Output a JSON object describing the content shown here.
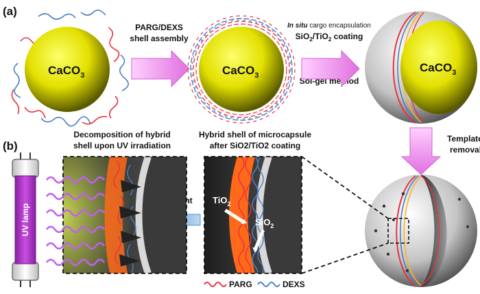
{
  "panel_a": {
    "label": "(a)",
    "core_label": "CaCO",
    "core_label_sub": "3",
    "step1": {
      "line1": "PARG/DEXS",
      "line2": "shell assembly"
    },
    "step2": {
      "line1_italic": "In situ",
      "line1_rest": " cargo encapsulation",
      "line2_a": "SiO",
      "line2_sub1": "2",
      "line2_b": "/TiO",
      "line2_sub2": "2",
      "line2_c": " coating",
      "line3": "Sol-gel method"
    },
    "step3": {
      "line1": "Template",
      "line2": "removal"
    }
  },
  "panel_b": {
    "label": "(b)",
    "lamp_label": "UV lamp",
    "decomp_title": {
      "line1": "Decomposition of hybrid",
      "line2": "shell upon UV irradiation"
    },
    "hybrid_title": {
      "line1": "Hybrid shell of microcapsule",
      "line2": "after SiO2/TiO2 coating"
    },
    "uv_arrow_label": "UV light",
    "tio2": {
      "a": "TiO",
      "sub": "2"
    },
    "sio2": {
      "a": "SiO",
      "sub": "2"
    }
  },
  "legend": [
    {
      "name": "PARG",
      "color": "#e8323c"
    },
    {
      "name": "DEXS",
      "color": "#4a7fc1"
    }
  ],
  "colors": {
    "parg": "#e8323c",
    "dexs": "#4a7fc1",
    "arrow_pink": "#ee82ee",
    "arrow_blue": "#5b9bd5",
    "lamp": "#b030c8",
    "core": "#e3e000",
    "tio2_layer": "#ff6a1a",
    "uv_wave": "#c060f0"
  }
}
